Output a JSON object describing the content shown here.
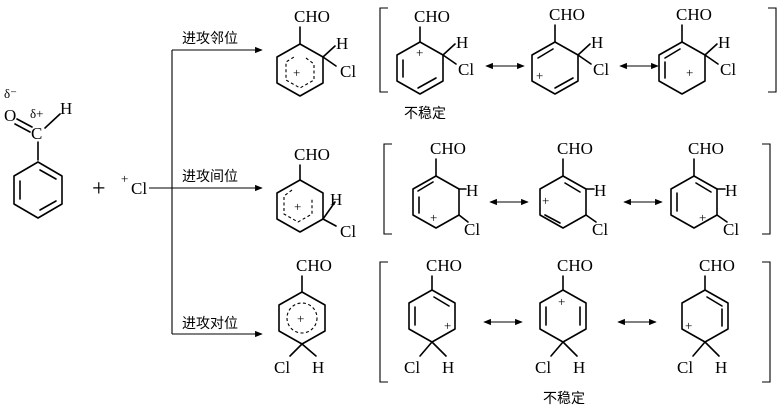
{
  "labels": {
    "cho": "CHO",
    "h": "H",
    "cl": "Cl",
    "o": "O",
    "c": "C",
    "plus": "+",
    "delta_minus": "δ⁻",
    "delta_plus": "δ+",
    "reagent_cl": "Cl",
    "reaction_plus": "+"
  },
  "paths": {
    "ortho": "进攻邻位",
    "meta": "进攻间位",
    "para": "进攻对位"
  },
  "notes": {
    "unstable": "不稳定"
  }
}
